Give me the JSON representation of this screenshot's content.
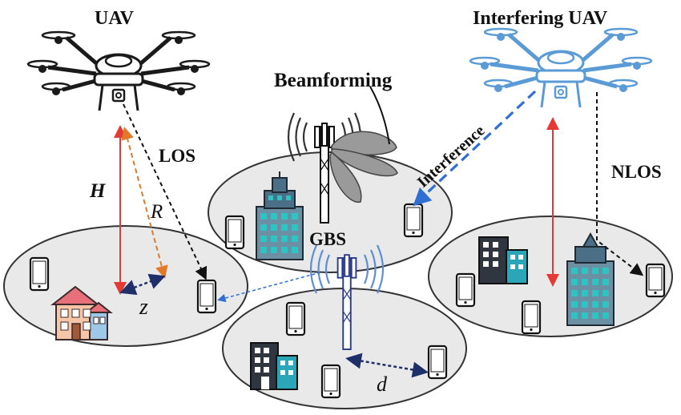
{
  "labels": {
    "uav": "UAV",
    "interfering_uav": "Interfering UAV",
    "beamforming": "Beamforming",
    "los": "LOS",
    "nlos": "NLOS",
    "interference": "Interference",
    "gbs": "GBS",
    "height": "H",
    "range": "R",
    "horizontal": "z",
    "distance": "d"
  },
  "colors": {
    "uav": "#1a1a1a",
    "interfering_uav": "#5b9bd5",
    "height_arrow": "#e53935",
    "range_arrow": "#e07a2a",
    "interference_link": "#2f6fd1",
    "cell_fill": "#e9e9e9",
    "beam_fill": "#9a9a9a"
  }
}
